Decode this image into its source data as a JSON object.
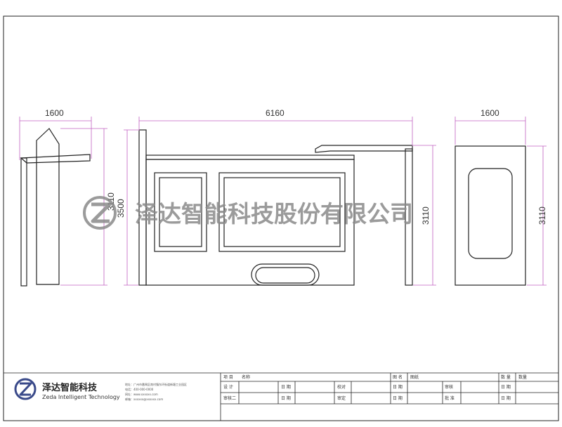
{
  "views": {
    "side": {
      "width_label": "1600",
      "height_label": "3110"
    },
    "front": {
      "width_label": "6160",
      "height_left_label": "3500",
      "height_right_label": "3110"
    },
    "back": {
      "width_label": "1600",
      "height_label": "3110"
    }
  },
  "watermark": {
    "text": "泽达智能科技股份有限公司"
  },
  "company": {
    "name_cn": "泽达智能科技",
    "name_en": "Zeda Intelligent Technology",
    "info_lines": [
      "地址：广州市番禺区南村镇东环街道新塘工业园区",
      "电话：400-000-0000",
      "网址：www.xxxxxx.com",
      "邮箱：xxxxxx@xxxxxx.com"
    ]
  },
  "title_block": {
    "row1": [
      "项 目",
      "名称",
      "图 名",
      "图纸",
      "数 量",
      "数量"
    ],
    "row2": [
      "设 计",
      "日 期",
      "校对",
      "日 期",
      "审核",
      "日 期"
    ],
    "row3": [
      "审核二",
      "日 期",
      "审定",
      "日 期",
      "批 准",
      "日 期"
    ]
  },
  "colors": {
    "line": "#222222",
    "dimension": "#c060c0",
    "watermark": "#8a8a8a"
  }
}
